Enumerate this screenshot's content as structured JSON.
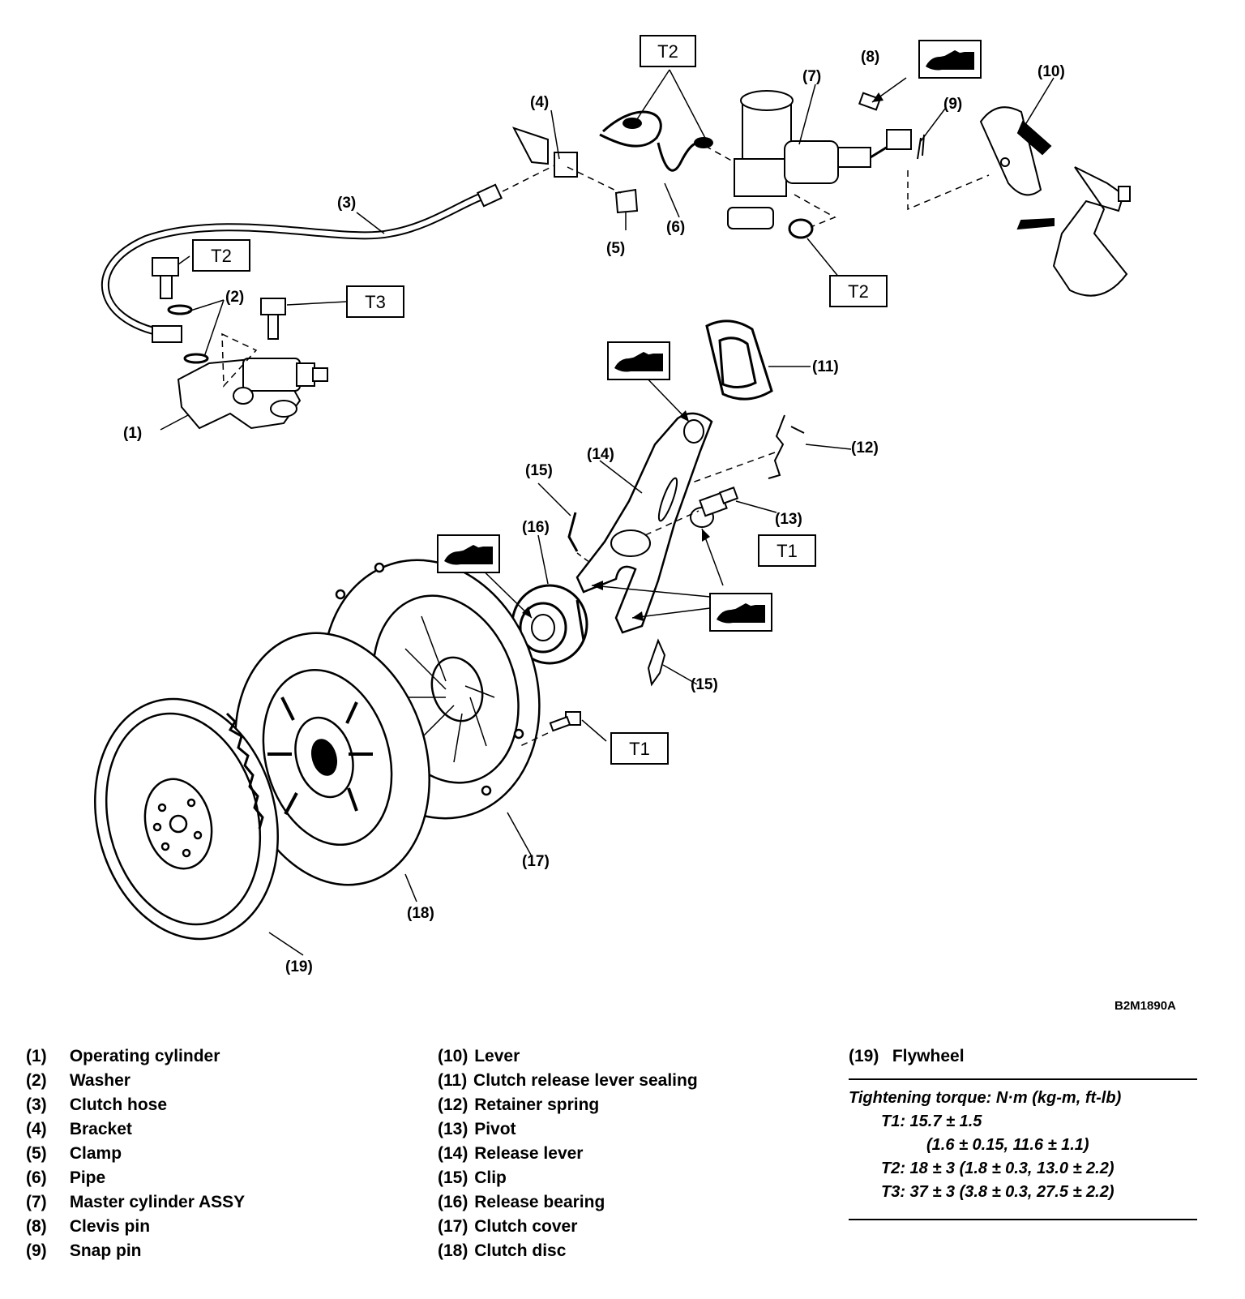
{
  "callouts": {
    "c1": "(1)",
    "c2": "(2)",
    "c3": "(3)",
    "c4": "(4)",
    "c5": "(5)",
    "c6": "(6)",
    "c7": "(7)",
    "c8": "(8)",
    "c9": "(9)",
    "c10": "(10)",
    "c11": "(11)",
    "c12": "(12)",
    "c13": "(13)",
    "c14": "(14)",
    "c15a": "(15)",
    "c15b": "(15)",
    "c16": "(16)",
    "c17": "(17)",
    "c18": "(18)",
    "c19": "(19)"
  },
  "torque_tags": {
    "t2a": "T2",
    "t2b": "T2",
    "t2c": "T2",
    "t3": "T3",
    "t1a": "T1",
    "t1b": "T1"
  },
  "icons": [
    "grease-hand-icon"
  ],
  "figure_code": "B2M1890A",
  "legend": {
    "col1": [
      {
        "num": "(1)",
        "label": "Operating cylinder"
      },
      {
        "num": "(2)",
        "label": "Washer"
      },
      {
        "num": "(3)",
        "label": "Clutch hose"
      },
      {
        "num": "(4)",
        "label": "Bracket"
      },
      {
        "num": "(5)",
        "label": "Clamp"
      },
      {
        "num": "(6)",
        "label": "Pipe"
      },
      {
        "num": "(7)",
        "label": "Master cylinder ASSY"
      },
      {
        "num": "(8)",
        "label": "Clevis pin"
      },
      {
        "num": "(9)",
        "label": "Snap pin"
      }
    ],
    "col2": [
      {
        "num": "(10)",
        "label": "Lever"
      },
      {
        "num": "(11)",
        "label": "Clutch release lever sealing"
      },
      {
        "num": "(12)",
        "label": "Retainer spring"
      },
      {
        "num": "(13)",
        "label": "Pivot"
      },
      {
        "num": "(14)",
        "label": "Release lever"
      },
      {
        "num": "(15)",
        "label": "Clip"
      },
      {
        "num": "(16)",
        "label": "Release bearing"
      },
      {
        "num": "(17)",
        "label": "Clutch cover"
      },
      {
        "num": "(18)",
        "label": "Clutch disc"
      }
    ],
    "col3": [
      {
        "num": "(19)",
        "label": "Flywheel"
      }
    ]
  },
  "torque": {
    "heading": "Tightening torque: N·m (kg-m, ft-lb)",
    "t1_line1": "T1: 15.7 ± 1.5",
    "t1_line2": "(1.6 ± 0.15, 11.6 ± 1.1)",
    "t2": "T2: 18 ± 3 (1.8 ± 0.3, 13.0 ± 2.2)",
    "t3": "T3: 37 ± 3 (3.8 ± 0.3, 27.5 ± 2.2)"
  }
}
